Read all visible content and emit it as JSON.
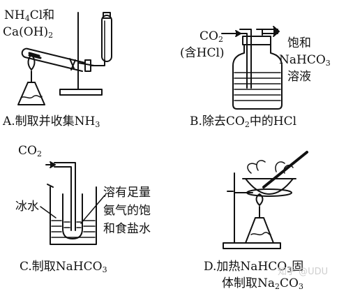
{
  "panelA": {
    "reagent_l1a": "NH",
    "reagent_l1b": "4",
    "reagent_l1c": "Cl和",
    "reagent_l2a": "Ca(OH)",
    "reagent_l2b": "2",
    "caption_a": "A.制取并收集NH",
    "caption_b": "3"
  },
  "panelB": {
    "in_l1a": "CO",
    "in_l1b": "2",
    "in_l2": "(含HCl)",
    "sol_l1": "饱和",
    "sol_l2a": "NaHCO",
    "sol_l2b": "3",
    "sol_l3": "溶液",
    "caption_a": "B.除去CO",
    "caption_b": "2",
    "caption_c": "中的HCl"
  },
  "panelC": {
    "gas_a": "CO",
    "gas_b": "2",
    "ice": "冰水",
    "sol_l1": "溶有足量",
    "sol_l2": "氨气的饱",
    "sol_l3": "和食盐水",
    "caption_a": "C.制取NaHCO",
    "caption_b": "3"
  },
  "panelD": {
    "cap_l1a": "D.加热NaHCO",
    "cap_l1b": "3",
    "cap_l1c": "固",
    "cap_l2a": "体制取Na",
    "cap_l2b": "2",
    "cap_l2c": "CO",
    "cap_l2d": "3"
  },
  "watermark": "知乎 @UDU"
}
